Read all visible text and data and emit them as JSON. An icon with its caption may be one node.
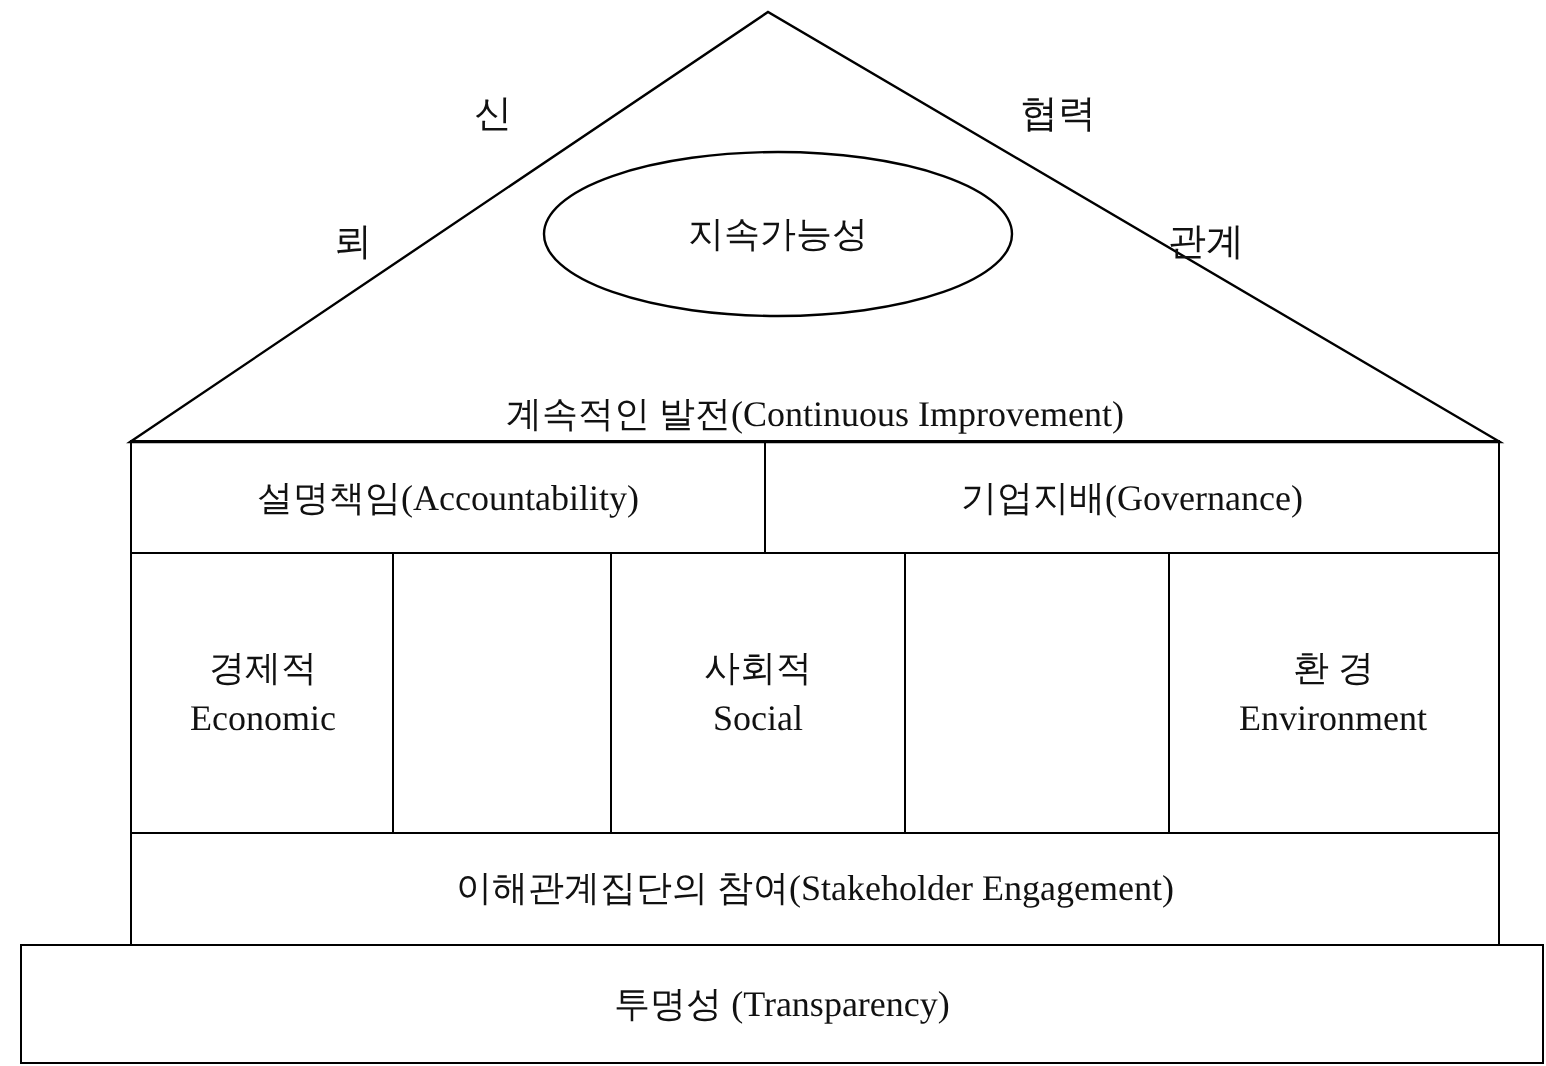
{
  "diagram": {
    "nodes": [
      {
        "text": [
          "계속적인 발전(Continuous Improvement)"
        ]
      },
      {
        "text": [
          "지속가능성"
        ],
        "in": 0
      },
      {
        "text": [
          "설명책임(Accountability)"
        ]
      },
      {
        "text": [
          "기업지배(Governance)"
        ]
      },
      {
        "text": [
          "경제적",
          "Economic"
        ]
      },
      {
        "text": [],
        "shape": "box"
      },
      {
        "text": [
          "사회적",
          "Social"
        ]
      },
      {
        "text": [],
        "shape": "box"
      },
      {
        "text": [
          "환 경",
          "Environment"
        ]
      },
      {
        "text": [
          "이해관계집단의 참여(Stakeholder Engagement)"
        ]
      },
      {
        "text": [
          "투명성 (Transparency)"
        ]
      }
    ],
    "labels": [
      "신",
      "협력",
      "뢰",
      "관계"
    ]
  }
}
